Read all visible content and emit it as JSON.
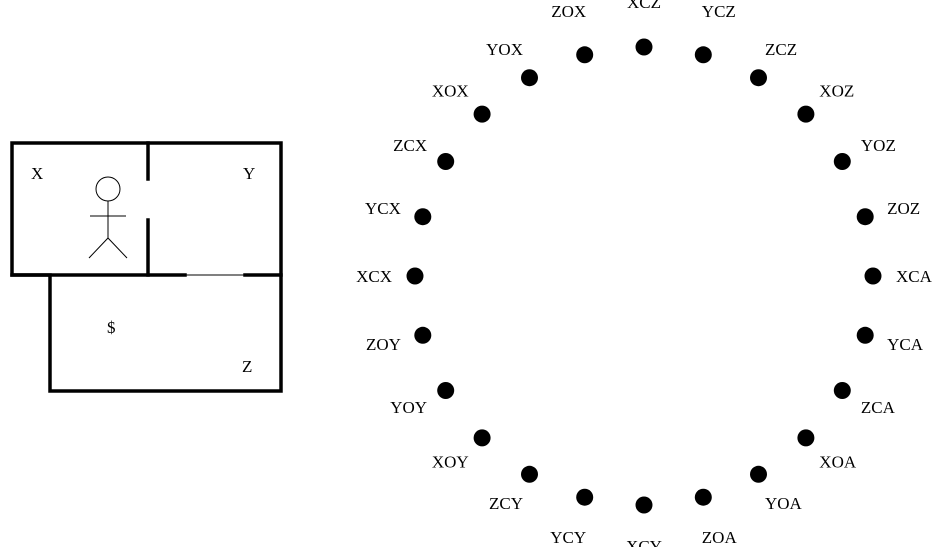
{
  "floorplan": {
    "room_labels": {
      "x": "X",
      "y": "Y",
      "z": "Z"
    },
    "money_symbol": "$",
    "agent": "stick-figure"
  },
  "state_ring": {
    "dot_color": "#000000",
    "states": [
      "XCZ",
      "YCZ",
      "ZCZ",
      "XOZ",
      "YOZ",
      "ZOZ",
      "XCA",
      "YCA",
      "ZCA",
      "XOA",
      "YOA",
      "ZOA",
      "XCY",
      "YCY",
      "ZCY",
      "XOY",
      "YOY",
      "ZOY",
      "XCX",
      "YCX",
      "ZCX",
      "XOX",
      "YOX",
      "ZOX"
    ]
  }
}
